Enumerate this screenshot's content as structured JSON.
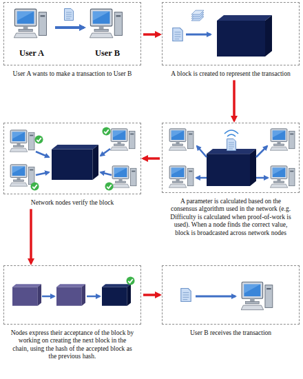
{
  "diagram": {
    "nodes": [
      {
        "text": [
          "User A wants to make a transaction to User B"
        ]
      },
      {
        "text": [
          "User A"
        ],
        "in": 0
      },
      {
        "text": [
          "User B"
        ],
        "in": 0
      },
      {
        "text": [
          "A block is created to represent the transaction"
        ]
      },
      {
        "text": [
          "Network nodes verify the block"
        ]
      },
      {
        "text": [
          "A parameter is calculated based on the consensus algorithm used in the network (e.g. Difficulty is calculated when proof-of-work is used). When a node finds the correct value, block is broadcasted across network nodes"
        ]
      },
      {
        "text": [
          "Nodes express their acceptance of the block by working on creating the next block in the chain, using the hash of the accepted block as the previous hash."
        ]
      },
      {
        "text": [
          "User B receives the transaction"
        ]
      }
    ],
    "edges": [
      {
        "from": 1,
        "to": 2,
        "arrow": "to"
      },
      {
        "from": 0,
        "to": 3,
        "arrow": "to"
      },
      {
        "from": 3,
        "to": 5,
        "arrow": "to"
      },
      {
        "from": 5,
        "to": 4,
        "arrow": "to"
      },
      {
        "from": 4,
        "to": 6,
        "arrow": "to"
      },
      {
        "from": 6,
        "to": 7,
        "arrow": "to"
      }
    ]
  }
}
